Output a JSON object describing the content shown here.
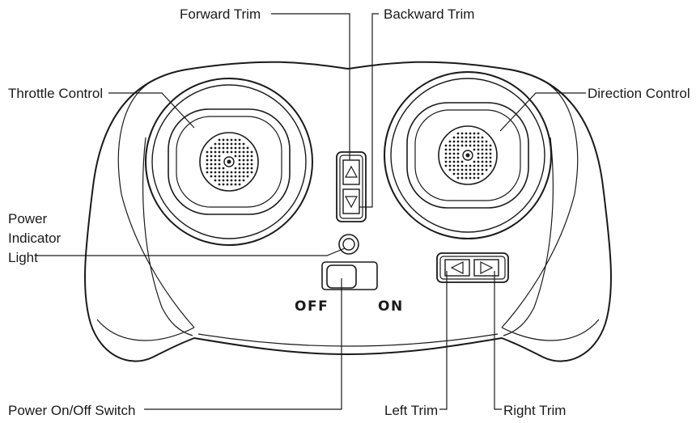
{
  "labels": {
    "forward_trim": "Forward Trim",
    "backward_trim": "Backward Trim",
    "throttle_control": "Throttle Control",
    "direction_control": "Direction Control",
    "power_indicator_line1": "Power",
    "power_indicator_line2": "Indicator",
    "power_indicator_line3": "Light",
    "power_switch": "Power On/Off Switch",
    "left_trim": "Left Trim",
    "right_trim": "Right Trim"
  },
  "switch": {
    "off_label": "OFF",
    "on_label": "ON"
  },
  "icons": {
    "forward": "triangle-up-icon",
    "backward": "triangle-down-icon",
    "left": "triangle-left-icon",
    "right": "triangle-right-icon"
  },
  "colors": {
    "line": "#1a1a1a",
    "background": "#ffffff"
  }
}
